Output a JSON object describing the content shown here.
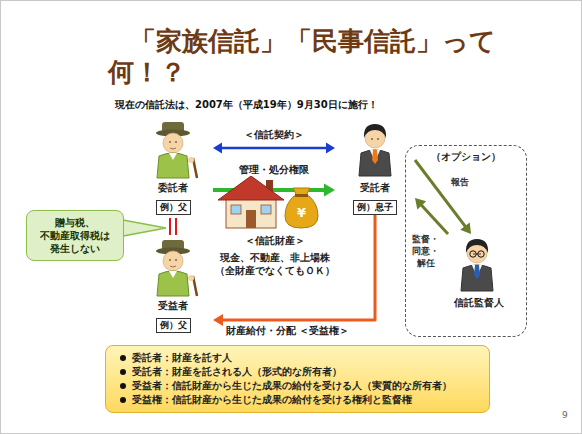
{
  "diagram": {
    "title": "「家族信託」「民事信託」って 何！？",
    "nodes": [
      {
        "text": [
          "委託者",
          "例）父"
        ]
      },
      {
        "text": [
          "受託者",
          "例）息子"
        ]
      },
      {
        "text": [
          "＜信託財産＞",
          "現金、不動産、非上場株 （全財産でなくてもＯＫ）"
        ]
      },
      {
        "text": [
          "贈与税、 不動産取得税は 発生しない"
        ]
      },
      {
        "text": [
          "受益者",
          "例）父"
        ]
      },
      {
        "text": [
          "（オプション）"
        ]
      },
      {
        "text": [
          "信託監督人"
        ],
        "in": 5
      },
      {
        "text": [
          "委託者：財産を託す人",
          "受託者：財産を託される人（形式的な所有者）",
          "受益者：信託財産から生じた成果の給付を受ける人（実質的な所有者）",
          "受益権：信託財産から生じた成果の給付を受ける権利と監督権"
        ]
      }
    ],
    "edges": [
      {
        "from": 0,
        "to": 1,
        "arrow": "both",
        "label": "＜信託契約＞"
      },
      {
        "from": 0,
        "to": 1,
        "arrow": "to",
        "label": "管理・処分権限"
      },
      {
        "from": 1,
        "to": 4,
        "arrow": "to",
        "label": "財産給付・分配 ＜受益権＞"
      },
      {
        "from": 0,
        "to": 4,
        "arrow": "none"
      },
      {
        "from": 1,
        "to": 6,
        "arrow": "to",
        "label": "報告"
      },
      {
        "from": 6,
        "to": 1,
        "arrow": "to",
        "label": "監督・ 同意・ 解任"
      }
    ],
    "labels": [
      "現在の信託法は、2007年（平成19年）9月30日に施行！",
      "¥",
      "9"
    ]
  }
}
